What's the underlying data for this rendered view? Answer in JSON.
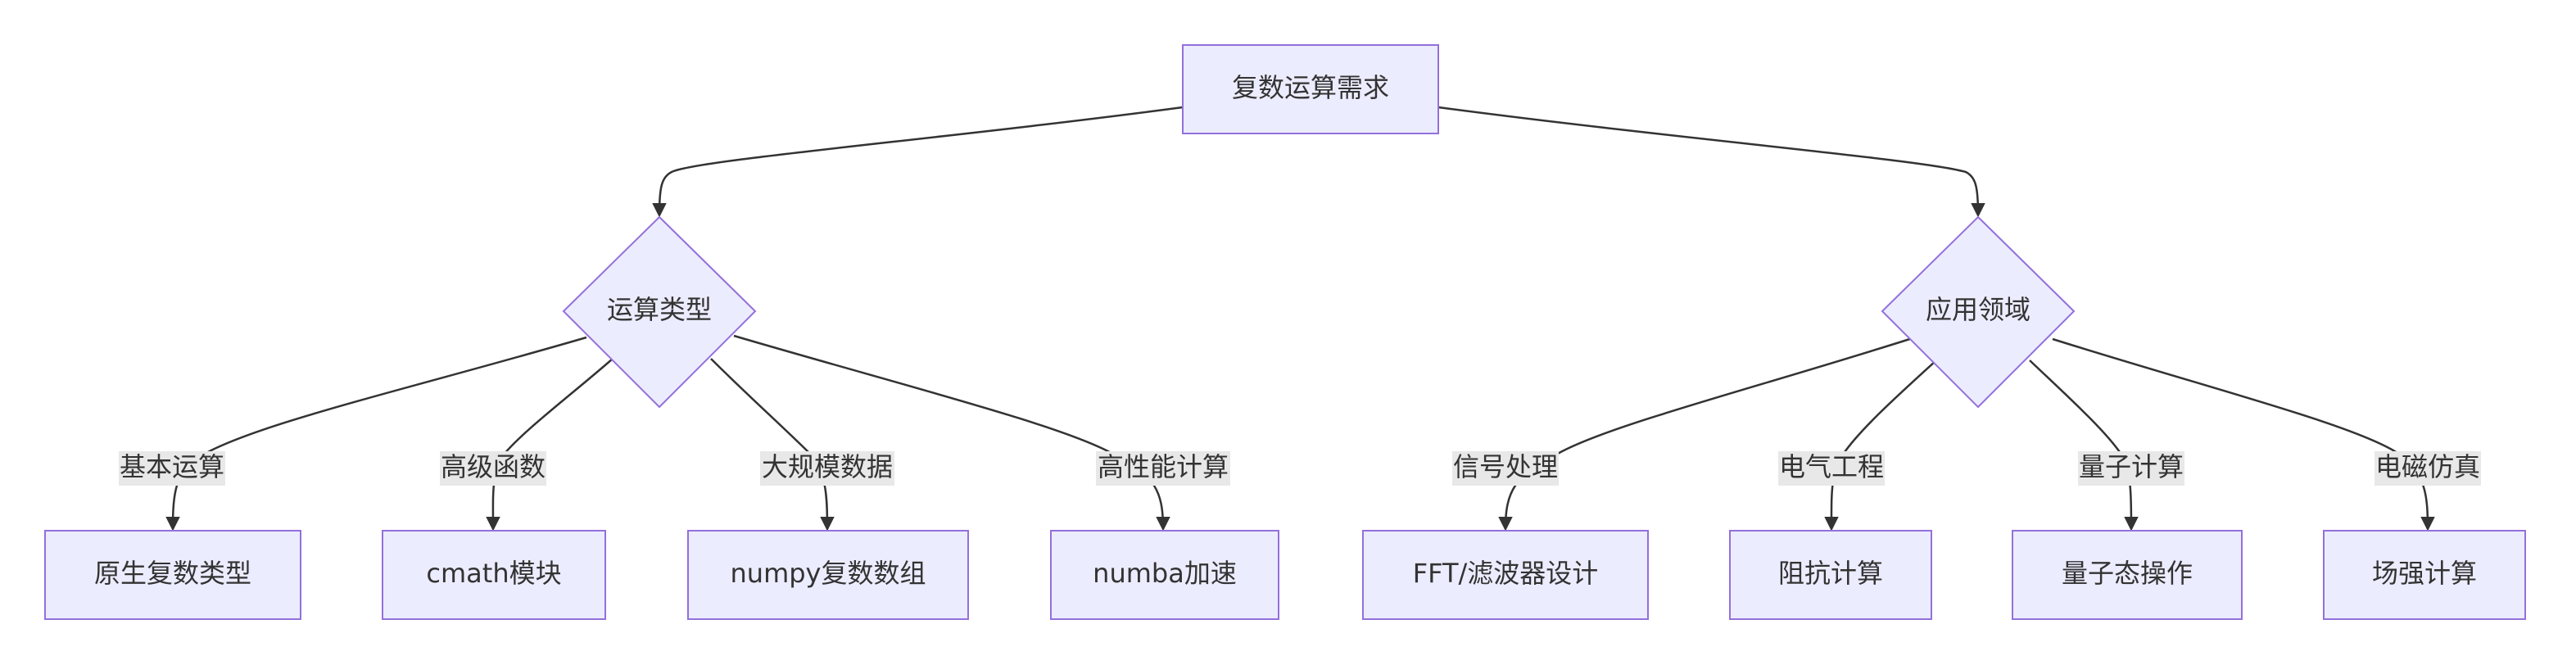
{
  "diagram": {
    "type": "flowchart",
    "colors": {
      "node_fill": "#ECECFF",
      "node_stroke": "#9370DB",
      "edge": "#333333",
      "label_bg": "#E8E8E8",
      "text": "#333333"
    },
    "root": {
      "label": "复数运算需求"
    },
    "decisions": [
      {
        "label": "运算类型"
      },
      {
        "label": "应用领域"
      }
    ],
    "branches": [
      {
        "edge_label": "基本运算",
        "target": "原生复数类型"
      },
      {
        "edge_label": "高级函数",
        "target": "cmath模块"
      },
      {
        "edge_label": "大规模数据",
        "target": "numpy复数数组"
      },
      {
        "edge_label": "高性能计算",
        "target": "numba加速"
      },
      {
        "edge_label": "信号处理",
        "target": "FFT/滤波器设计"
      },
      {
        "edge_label": "电气工程",
        "target": "阻抗计算"
      },
      {
        "edge_label": "量子计算",
        "target": "量子态操作"
      },
      {
        "edge_label": "电磁仿真",
        "target": "场强计算"
      }
    ]
  }
}
